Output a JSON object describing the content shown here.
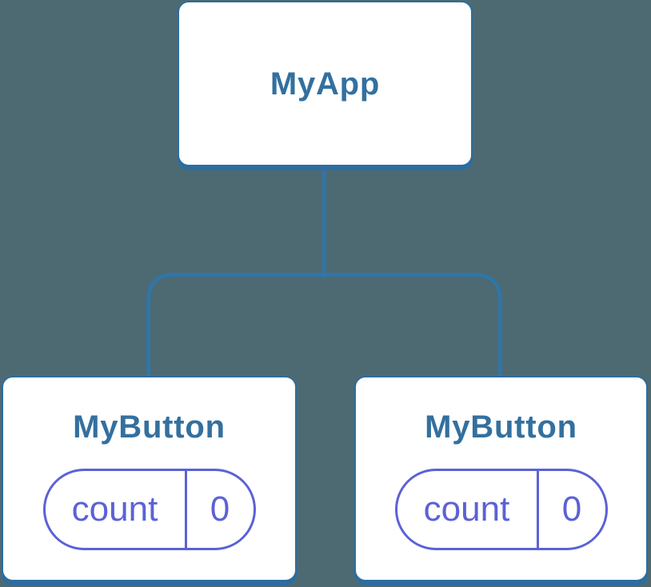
{
  "colors": {
    "background": "#4d6a73",
    "node_border": "#2d6d9f",
    "node_fill": "#ffffff",
    "title_text": "#33709f",
    "connector": "#2e76ab",
    "state_accent": "#5b62d6"
  },
  "tree": {
    "root": {
      "label": "MyApp"
    },
    "children": [
      {
        "label": "MyButton",
        "state": {
          "name": "count",
          "value": "0"
        }
      },
      {
        "label": "MyButton",
        "state": {
          "name": "count",
          "value": "0"
        }
      }
    ]
  }
}
